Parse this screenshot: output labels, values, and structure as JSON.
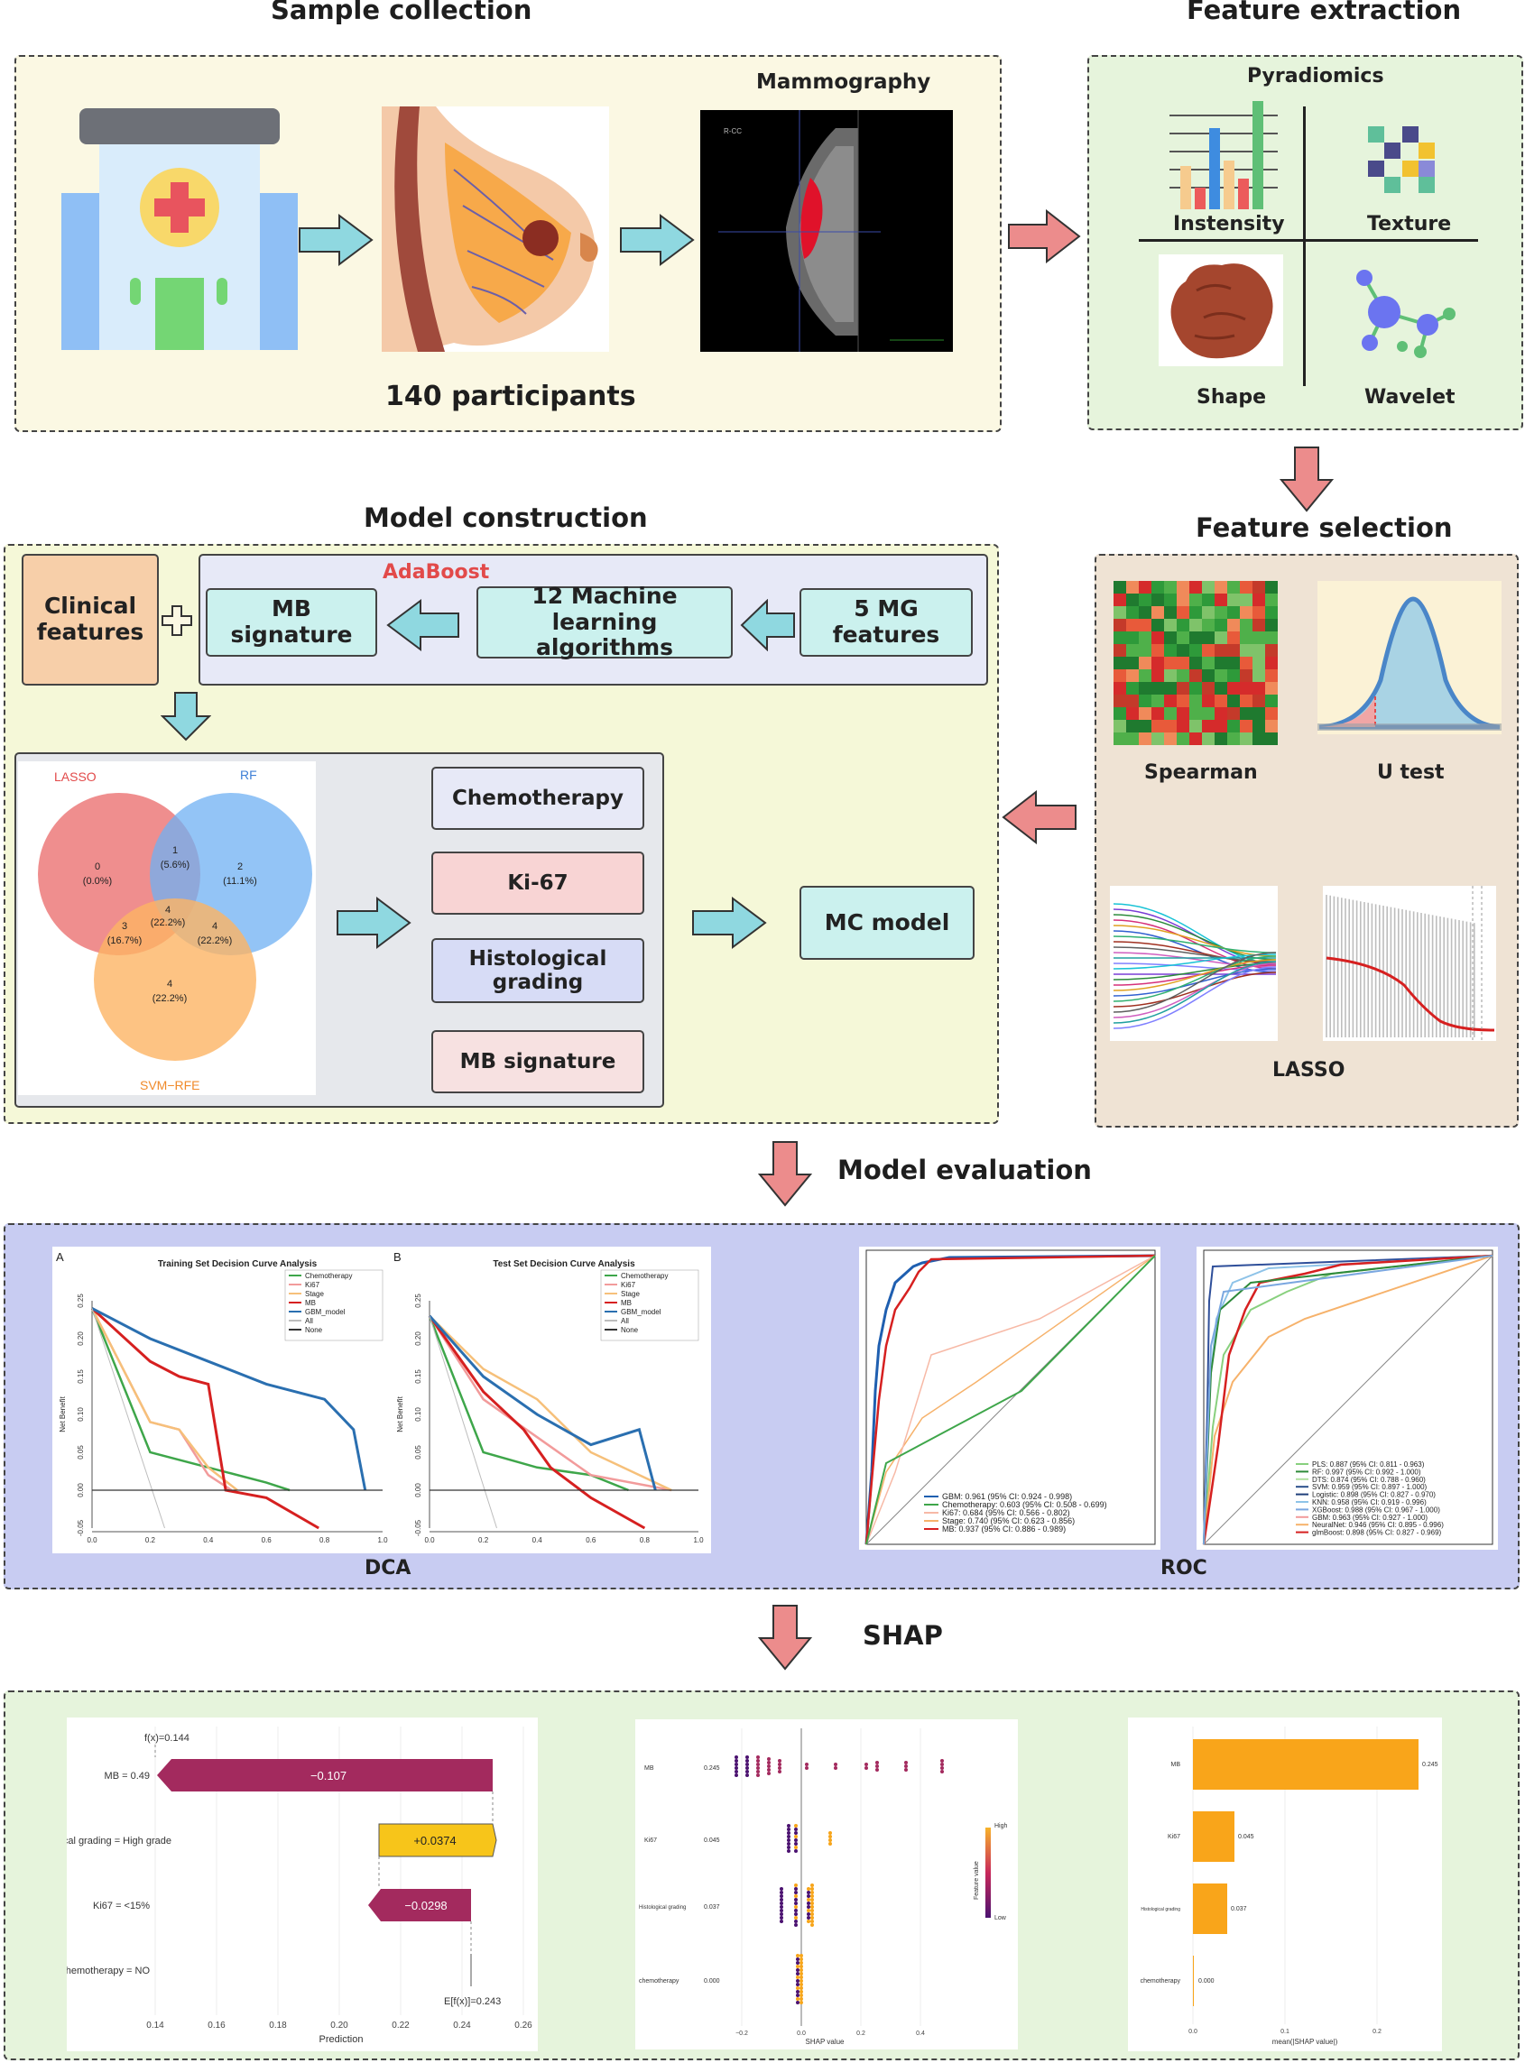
{
  "sections": {
    "sample_collection": "Sample collection",
    "feature_extraction": "Feature extraction",
    "model_construction": "Model construction",
    "feature_selection": "Feature selection",
    "model_evaluation": "Model evaluation",
    "shap": "SHAP"
  },
  "sample": {
    "participants": "140 participants",
    "mammography": "Mammography",
    "mammo_tag": "R-CC"
  },
  "extraction": {
    "title": "Pyradiomics",
    "quadrants": [
      "Instensity",
      "Texture",
      "Shape",
      "Wavelet"
    ]
  },
  "selection": {
    "methods": [
      "Spearman",
      "U test",
      "LASSO"
    ]
  },
  "construction": {
    "clinical": "Clinical features",
    "mb_signature": "MB signature",
    "adaboost": "AdaBoost",
    "ml": "12 Machine learning algorithms",
    "mg": "5 MG features",
    "venn": {
      "labels": [
        "LASSO",
        "RF",
        "SVM−RFE"
      ],
      "regions": [
        {
          "n": "0",
          "p": "(0.0%)"
        },
        {
          "n": "1",
          "p": "(5.6%)"
        },
        {
          "n": "2",
          "p": "(11.1%)"
        },
        {
          "n": "3",
          "p": "(16.7%)"
        },
        {
          "n": "4",
          "p": "(22.2%)"
        },
        {
          "n": "4",
          "p": "(22.2%)"
        },
        {
          "n": "4",
          "p": "(22.2%)"
        }
      ]
    },
    "factors": [
      "Chemotherapy",
      "Ki-67",
      "Histological grading",
      "MB signature"
    ],
    "mc_model": "MC model"
  },
  "evaluation": {
    "dca_label": "DCA",
    "roc_label": "ROC",
    "dca": [
      {
        "panel": "A",
        "title": "Training Set Decision Curve Analysis",
        "ylabel": "Net Benefit",
        "legend": [
          "Chemotherapy",
          "Ki67",
          "Stage",
          "MB",
          "GBM_model",
          "All",
          "None"
        ]
      },
      {
        "panel": "B",
        "title": "Test Set Decision Curve Analysis",
        "ylabel": "Net Benefit",
        "legend": [
          "Chemotherapy",
          "Ki67",
          "Stage",
          "MB",
          "GBM_model",
          "All",
          "None"
        ]
      }
    ],
    "roc1_legend": [
      "GBM:  0.961 (95% CI: 0.924 - 0.998)",
      "Chemotherapy:  0.603 (95% CI: 0.508 - 0.699)",
      "Ki67:  0.684 (95% CI: 0.566 - 0.802)",
      "Stage:  0.740 (95% CI: 0.623 - 0.856)",
      "MB:  0.937 (95% CI: 0.886 - 0.989)"
    ],
    "roc2_legend": [
      "PLS:  0.887 (95% CI: 0.811 - 0.963)",
      "RF:  0.997 (95% CI: 0.992 - 1.000)",
      "DTS:  0.874 (95% CI: 0.788 - 0.960)",
      "SVM:  0.959 (95% CI: 0.897 - 1.000)",
      "Logistic:  0.898 (95% CI: 0.827 - 0.970)",
      "KNN:  0.958 (95% CI: 0.919 - 0.996)",
      "XGBoost:  0.988 (95% CI: 0.967 - 1.000)",
      "GBM:  0.963 (95% CI: 0.927 - 1.000)",
      "NeuralNet:  0.946 (95% CI: 0.895 - 0.996)",
      "glmBoost:  0.898 (95% CI: 0.827 - 0.969)"
    ]
  },
  "shap_section": {
    "waterfall": {
      "fx": "f(x)=0.144",
      "efx": "E[f(x)]=0.243",
      "xlabel": "Prediction",
      "rows": [
        {
          "label": "MB = 0.49",
          "value": "−0.107"
        },
        {
          "label": "Histological grading = High grade",
          "value": "+0.0374"
        },
        {
          "label": "Ki67 = <15%",
          "value": "−0.0298"
        },
        {
          "label": "Chemotherapy = NO",
          "value": ""
        }
      ]
    },
    "beeswarm": {
      "features": [
        "MB",
        "Ki67",
        "Histological grading",
        "chemotherapy"
      ],
      "values": [
        "0.245",
        "0.045",
        "0.037",
        "0.000"
      ],
      "xlabel": "SHAP value",
      "legend_title": "Feature value",
      "high": "High",
      "low": "Low"
    },
    "bar": {
      "features": [
        "MB",
        "Ki67",
        "Histological grading",
        "chemotherapy"
      ],
      "values": [
        "0.245",
        "0.045",
        "0.037",
        "0.000"
      ],
      "xlabel": "mean(|SHAP value|)"
    }
  },
  "chart_data": [
    {
      "type": "line",
      "title": "Training Set Decision Curve Analysis",
      "ylabel": "Net Benefit",
      "xlim": [
        0,
        1
      ],
      "ylim": [
        -0.05,
        0.25
      ],
      "series": [
        {
          "name": "Chemotherapy",
          "x": [
            0.0,
            0.2,
            0.4,
            0.6,
            0.68
          ],
          "y": [
            0.24,
            0.05,
            0.03,
            0.01,
            0.0
          ]
        },
        {
          "name": "Ki67",
          "x": [
            0.0,
            0.2,
            0.3,
            0.4,
            0.48
          ],
          "y": [
            0.24,
            0.09,
            0.08,
            0.02,
            0.0
          ]
        },
        {
          "name": "Stage",
          "x": [
            0.0,
            0.2,
            0.3,
            0.4,
            0.5
          ],
          "y": [
            0.24,
            0.09,
            0.08,
            0.03,
            0.0
          ]
        },
        {
          "name": "MB",
          "x": [
            0.0,
            0.2,
            0.3,
            0.4,
            0.46,
            0.6,
            0.78
          ],
          "y": [
            0.24,
            0.17,
            0.15,
            0.14,
            0.0,
            -0.01,
            -0.05
          ]
        },
        {
          "name": "GBM_model",
          "x": [
            0.0,
            0.2,
            0.4,
            0.6,
            0.8,
            0.9,
            0.94
          ],
          "y": [
            0.24,
            0.2,
            0.17,
            0.14,
            0.12,
            0.08,
            0.0
          ]
        },
        {
          "name": "All",
          "x": [
            0.0,
            0.25
          ],
          "y": [
            0.24,
            -0.05
          ]
        },
        {
          "name": "None",
          "x": [
            0.0,
            1.0
          ],
          "y": [
            0.0,
            0.0
          ]
        }
      ]
    },
    {
      "type": "line",
      "title": "Test Set Decision Curve Analysis",
      "ylabel": "Net Benefit",
      "xlim": [
        0,
        1
      ],
      "ylim": [
        -0.05,
        0.25
      ],
      "series": [
        {
          "name": "Chemotherapy",
          "x": [
            0.0,
            0.2,
            0.4,
            0.6,
            0.74
          ],
          "y": [
            0.23,
            0.05,
            0.03,
            0.02,
            0.0
          ]
        },
        {
          "name": "Ki67",
          "x": [
            0.0,
            0.2,
            0.4,
            0.6,
            0.9
          ],
          "y": [
            0.23,
            0.12,
            0.07,
            0.02,
            0.0
          ]
        },
        {
          "name": "Stage",
          "x": [
            0.0,
            0.2,
            0.4,
            0.6,
            0.9
          ],
          "y": [
            0.23,
            0.16,
            0.12,
            0.05,
            0.0
          ]
        },
        {
          "name": "MB",
          "x": [
            0.0,
            0.2,
            0.35,
            0.45,
            0.6,
            0.8
          ],
          "y": [
            0.23,
            0.13,
            0.08,
            0.03,
            -0.01,
            -0.05
          ]
        },
        {
          "name": "GBM_model",
          "x": [
            0.0,
            0.2,
            0.4,
            0.6,
            0.78,
            0.84
          ],
          "y": [
            0.23,
            0.15,
            0.1,
            0.06,
            0.08,
            0.0
          ]
        },
        {
          "name": "All",
          "x": [
            0.0,
            0.25
          ],
          "y": [
            0.23,
            -0.05
          ]
        },
        {
          "name": "None",
          "x": [
            0.0,
            1.0
          ],
          "y": [
            0.0,
            0.0
          ]
        }
      ]
    }
  ],
  "colors": {
    "panel_beige": "#fbf8e3",
    "panel_green": "#e6f4dc",
    "panel_tan": "#efe3d4",
    "panel_yellow": "#f5f8d8",
    "panel_lavender": "#c8ccf2",
    "arrow_teal": "#8fd8e0",
    "arrow_pink": "#ec8c8c"
  }
}
